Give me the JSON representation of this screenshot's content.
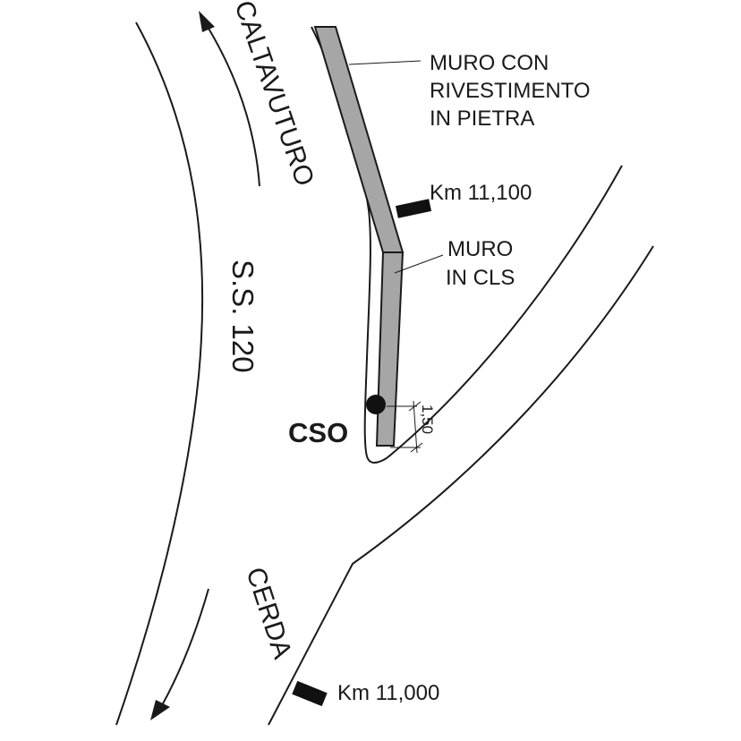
{
  "labels": {
    "direction_north": "CALTAVUTURO",
    "direction_south": "CERDA",
    "road_name": "S.S. 120",
    "wall_stone": [
      "MURO CON",
      "RIVESTIMENTO",
      "IN PIETRA"
    ],
    "wall_concrete": [
      "MURO",
      "IN CLS"
    ],
    "km_upper": "Km 11,100",
    "km_lower": "Km 11,000",
    "point": "CSO",
    "dimension": "1,50"
  },
  "colors": {
    "line": "#1a1a1a",
    "wall_fill": "#a6a6a6",
    "background": "#ffffff"
  }
}
